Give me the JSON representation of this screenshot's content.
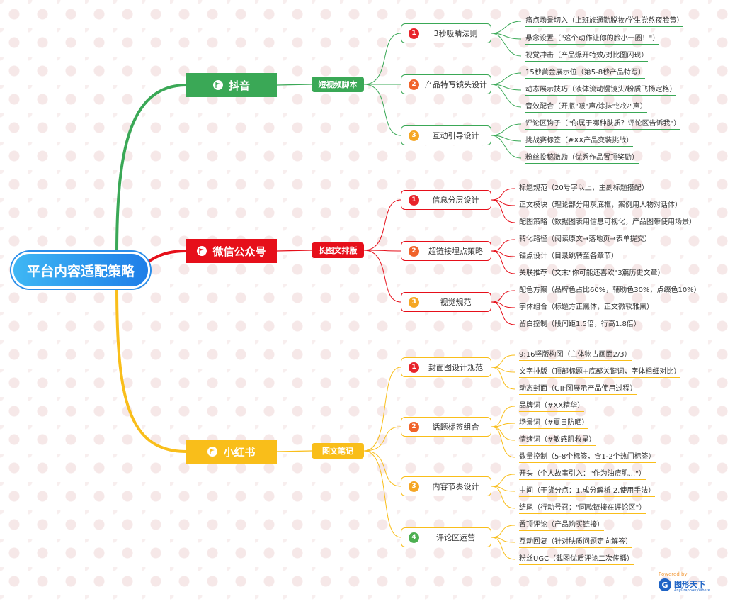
{
  "root": {
    "title": "平台内容适配策略"
  },
  "colors": {
    "douyin": "#3aa856",
    "wechat": "#e60f1a",
    "xhs": "#f9be1a"
  },
  "platforms": [
    {
      "name": "抖音",
      "category": "短视频脚本",
      "subs": [
        {
          "num": "1",
          "label": "3秒吸睛法则",
          "leaves": [
            "痛点场景切入（上班族通勤脱妆/学生党熬夜脸黄）",
            "悬念设置（\"这个动作让你的脸小一圈！\"）",
            "视觉冲击（产品爆开特效/对比图闪现）"
          ]
        },
        {
          "num": "2",
          "label": "产品特写镜头设计",
          "leaves": [
            "15秒黄金展示位（第5-8秒产品特写）",
            "动态展示技巧（液体流动慢镜头/粉质飞扬定格）",
            "音效配合（开瓶\"啵\"声/涂抹\"沙沙\"声）"
          ]
        },
        {
          "num": "3",
          "label": "互动引导设计",
          "leaves": [
            "评论区钩子（\"你属于哪种肤质？评论区告诉我\"）",
            "挑战赛标签（#XX产品变装挑战）",
            "粉丝投稿激励（优秀作品置顶奖励）"
          ]
        }
      ]
    },
    {
      "name": "微信公众号",
      "category": "长图文排版",
      "subs": [
        {
          "num": "1",
          "label": "信息分层设计",
          "leaves": [
            "标题规范（20号字以上，主副标题搭配）",
            "正文模块（理论部分用灰底框，案例用人物对话体）",
            "配图策略（数据图表用信息可视化，产品图带使用场景）"
          ]
        },
        {
          "num": "2",
          "label": "超链接埋点策略",
          "leaves": [
            "转化路径（阅读原文→落地页→表单提交）",
            "锚点设计（目录跳转至各章节）",
            "关联推荐（文末\"你可能还喜欢\"3篇历史文章）"
          ]
        },
        {
          "num": "3",
          "label": "视觉规范",
          "leaves": [
            "配色方案（品牌色占比60%，辅助色30%，点缀色10%）",
            "字体组合（标题方正黑体，正文微软雅黑）",
            "留白控制（段间距1.5倍，行高1.8倍）"
          ]
        }
      ]
    },
    {
      "name": "小红书",
      "category": "图文笔记",
      "subs": [
        {
          "num": "1",
          "label": "封面图设计规范",
          "leaves": [
            "9:16竖版构图（主体物占画面2/3）",
            "文字排版（顶部标题+底部关键词，字体粗细对比）",
            "动态封面（GIF图展示产品使用过程）"
          ]
        },
        {
          "num": "2",
          "label": "话题标签组合",
          "leaves": [
            "品牌词（#XX精华）",
            "场景词（#夏日防晒）",
            "情绪词（#敏感肌救星）",
            "数量控制（5-8个标签，含1-2个热门标签）"
          ]
        },
        {
          "num": "3",
          "label": "内容节奏设计",
          "leaves": [
            "开头（个人故事引入：\"作为油痘肌...\"）",
            "中间（干货分点：1.成分解析 2.使用手法）",
            "结尾（行动号召：\"同款链接在评论区\"）"
          ]
        },
        {
          "num": "4",
          "label": "评论区运营",
          "leaves": [
            "置顶评论（产品购买链接）",
            "互动回复（针对肤质问题定向解答）",
            "粉丝UGC（截图优质评论二次传播）"
          ]
        }
      ]
    }
  ],
  "watermark": {
    "powered": "Powered by",
    "logo": "G",
    "name": "图形天下",
    "sub": "AnyGraphAnyWhere"
  }
}
